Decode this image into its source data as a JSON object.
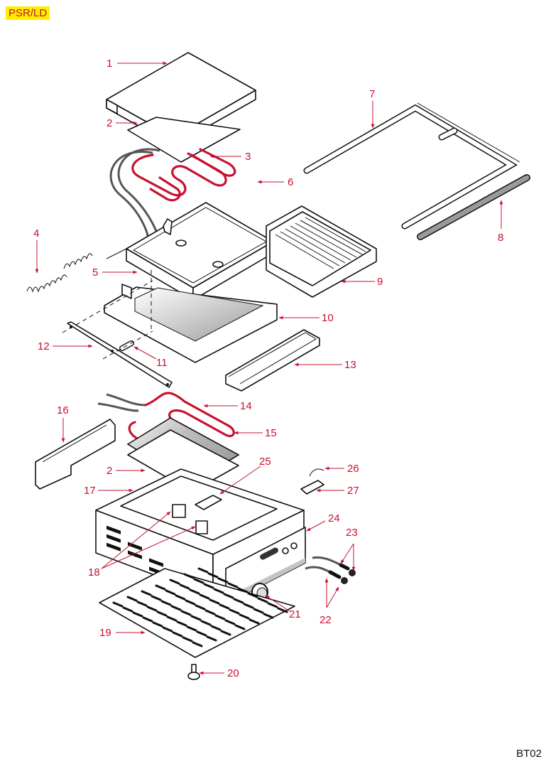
{
  "header": {
    "model_code": "PSR/LD"
  },
  "footer": {
    "sheet_code": "BT02"
  },
  "colors": {
    "callout": "#c8102e",
    "badge_bg": "#ffee00",
    "heating_element": "#c8102e"
  },
  "callouts": [
    {
      "id": "c1",
      "label": "1",
      "part": "top-cover"
    },
    {
      "id": "c2a",
      "label": "2",
      "part": "insulation-sheet-upper"
    },
    {
      "id": "c3",
      "label": "3",
      "part": "upper-heating-element"
    },
    {
      "id": "c4",
      "label": "4",
      "part": "springs"
    },
    {
      "id": "c5",
      "label": "5",
      "part": "upper-grill-plate"
    },
    {
      "id": "c6",
      "label": "6",
      "part": "handle-bracket"
    },
    {
      "id": "c7",
      "label": "7",
      "part": "handle-frame"
    },
    {
      "id": "c8",
      "label": "8",
      "part": "handle-grip"
    },
    {
      "id": "c9",
      "label": "9",
      "part": "lower-ribbed-plate"
    },
    {
      "id": "c10",
      "label": "10",
      "part": "plate-tray"
    },
    {
      "id": "c11",
      "label": "11",
      "part": "pin"
    },
    {
      "id": "c12",
      "label": "12",
      "part": "hinge-arm"
    },
    {
      "id": "c13",
      "label": "13",
      "part": "drip-tray"
    },
    {
      "id": "c14",
      "label": "14",
      "part": "lower-heating-element"
    },
    {
      "id": "c15",
      "label": "15",
      "part": "heat-plate"
    },
    {
      "id": "c16",
      "label": "16",
      "part": "rear-bracket"
    },
    {
      "id": "c2b",
      "label": "2",
      "part": "insulation-sheet-lower"
    },
    {
      "id": "c17",
      "label": "17",
      "part": "base-housing"
    },
    {
      "id": "c25",
      "label": "25",
      "part": "terminal-block"
    },
    {
      "id": "c26",
      "label": "26",
      "part": "thermal-fuse"
    },
    {
      "id": "c27",
      "label": "27",
      "part": "fuse-bracket"
    },
    {
      "id": "c24",
      "label": "24",
      "part": "front-panel"
    },
    {
      "id": "c23",
      "label": "23",
      "part": "indicator-lamps"
    },
    {
      "id": "c18",
      "label": "18",
      "part": "thermostats"
    },
    {
      "id": "c21",
      "label": "21",
      "part": "control-knob"
    },
    {
      "id": "c22",
      "label": "22",
      "part": "lamp-holders"
    },
    {
      "id": "c19",
      "label": "19",
      "part": "bottom-plate"
    },
    {
      "id": "c20",
      "label": "20",
      "part": "foot"
    }
  ]
}
